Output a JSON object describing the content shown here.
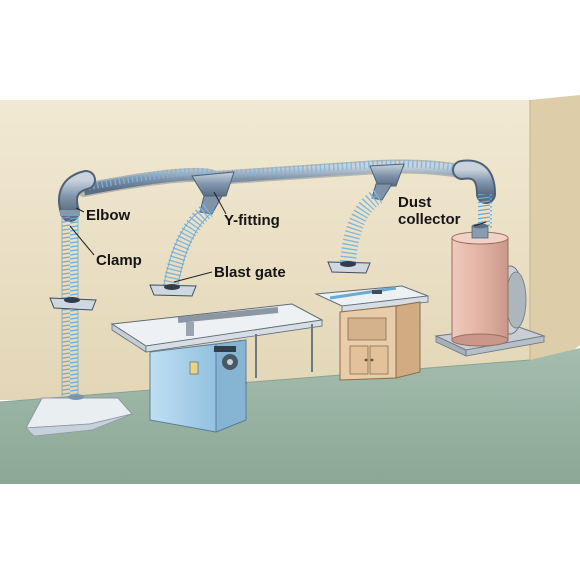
{
  "labels": {
    "elbow": "Elbow",
    "clamp": "Clamp",
    "y_fitting": "Y-fitting",
    "blast_gate": "Blast gate",
    "dust_collector_line1": "Dust",
    "dust_collector_line2": "collector"
  },
  "colors": {
    "wall": "#ede4cc",
    "side_wall": "#dfd0ad",
    "floor": "#9ab4a4",
    "pipe_metal": "#7f93aa",
    "hose_coil": "#7fb5d8",
    "saw_cabinet": "#a9d1ea",
    "saw_table": "#eef1f3",
    "router_cabinet": "#e6c79f",
    "collector_drum": "#e4b8aa"
  }
}
